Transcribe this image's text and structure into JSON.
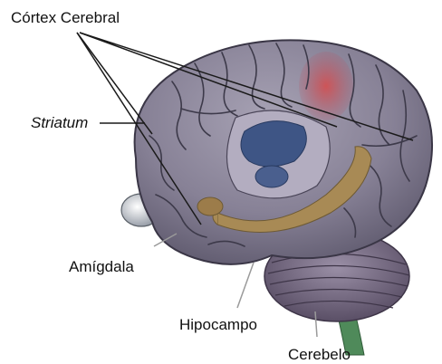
{
  "labels": {
    "cortex": "Córtex Cerebral",
    "striatum": "Striatum",
    "amygdala": "Amígdala",
    "hippocampus": "Hipocampo",
    "cerebellum": "Cerebelo"
  },
  "colors": {
    "cortex": "#8c8699",
    "sulci": "#3d3a4a",
    "highlight_red": "#c84048",
    "striatum_blue": "#3e5585",
    "hippocampus_tan": "#a88a55",
    "cerebellum": "#6e6478",
    "brainstem": "#4f8a5a",
    "leader_line": "#1a1a1a"
  }
}
